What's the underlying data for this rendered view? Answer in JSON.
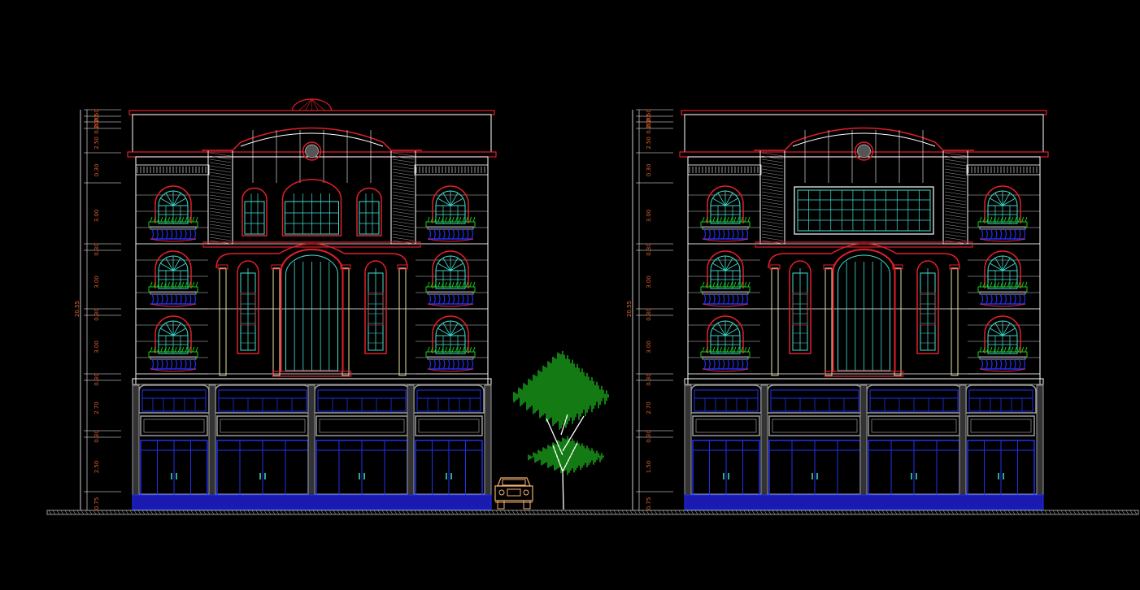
{
  "colors": {
    "background": "#000000",
    "outline": "#ffffff",
    "red": "#e0202a",
    "cyan": "#40e0d0",
    "green": "#18c818",
    "blue": "#2030f0",
    "yellow": "#e8e0a0",
    "grey": "#9a9a9a",
    "dimension": "#e0602a",
    "car": "#f0b070",
    "tree": "#22cc22"
  },
  "elevations": [
    {
      "name": "elevation-left",
      "center_glazing": "three-arched-windows",
      "total_height_label": "20.55",
      "dimension_labels": [
        "0.50",
        "0.20",
        "0.20",
        "2.50",
        "0.30",
        "3.00",
        "0.30",
        "3.00",
        "0.30",
        "3.00",
        "0.30",
        "2.70",
        "0.30",
        "2.50",
        "0.75"
      ]
    },
    {
      "name": "elevation-right",
      "center_glazing": "curtain-wall-grid",
      "total_height_label": "20.55",
      "dimension_labels": [
        "0.50",
        "0.20",
        "0.20",
        "2.50",
        "0.30",
        "3.00",
        "0.30",
        "3.00",
        "0.30",
        "3.00",
        "0.30",
        "2.70",
        "0.30",
        "1.50",
        "0.75"
      ]
    }
  ],
  "props": [
    "tree",
    "car"
  ]
}
